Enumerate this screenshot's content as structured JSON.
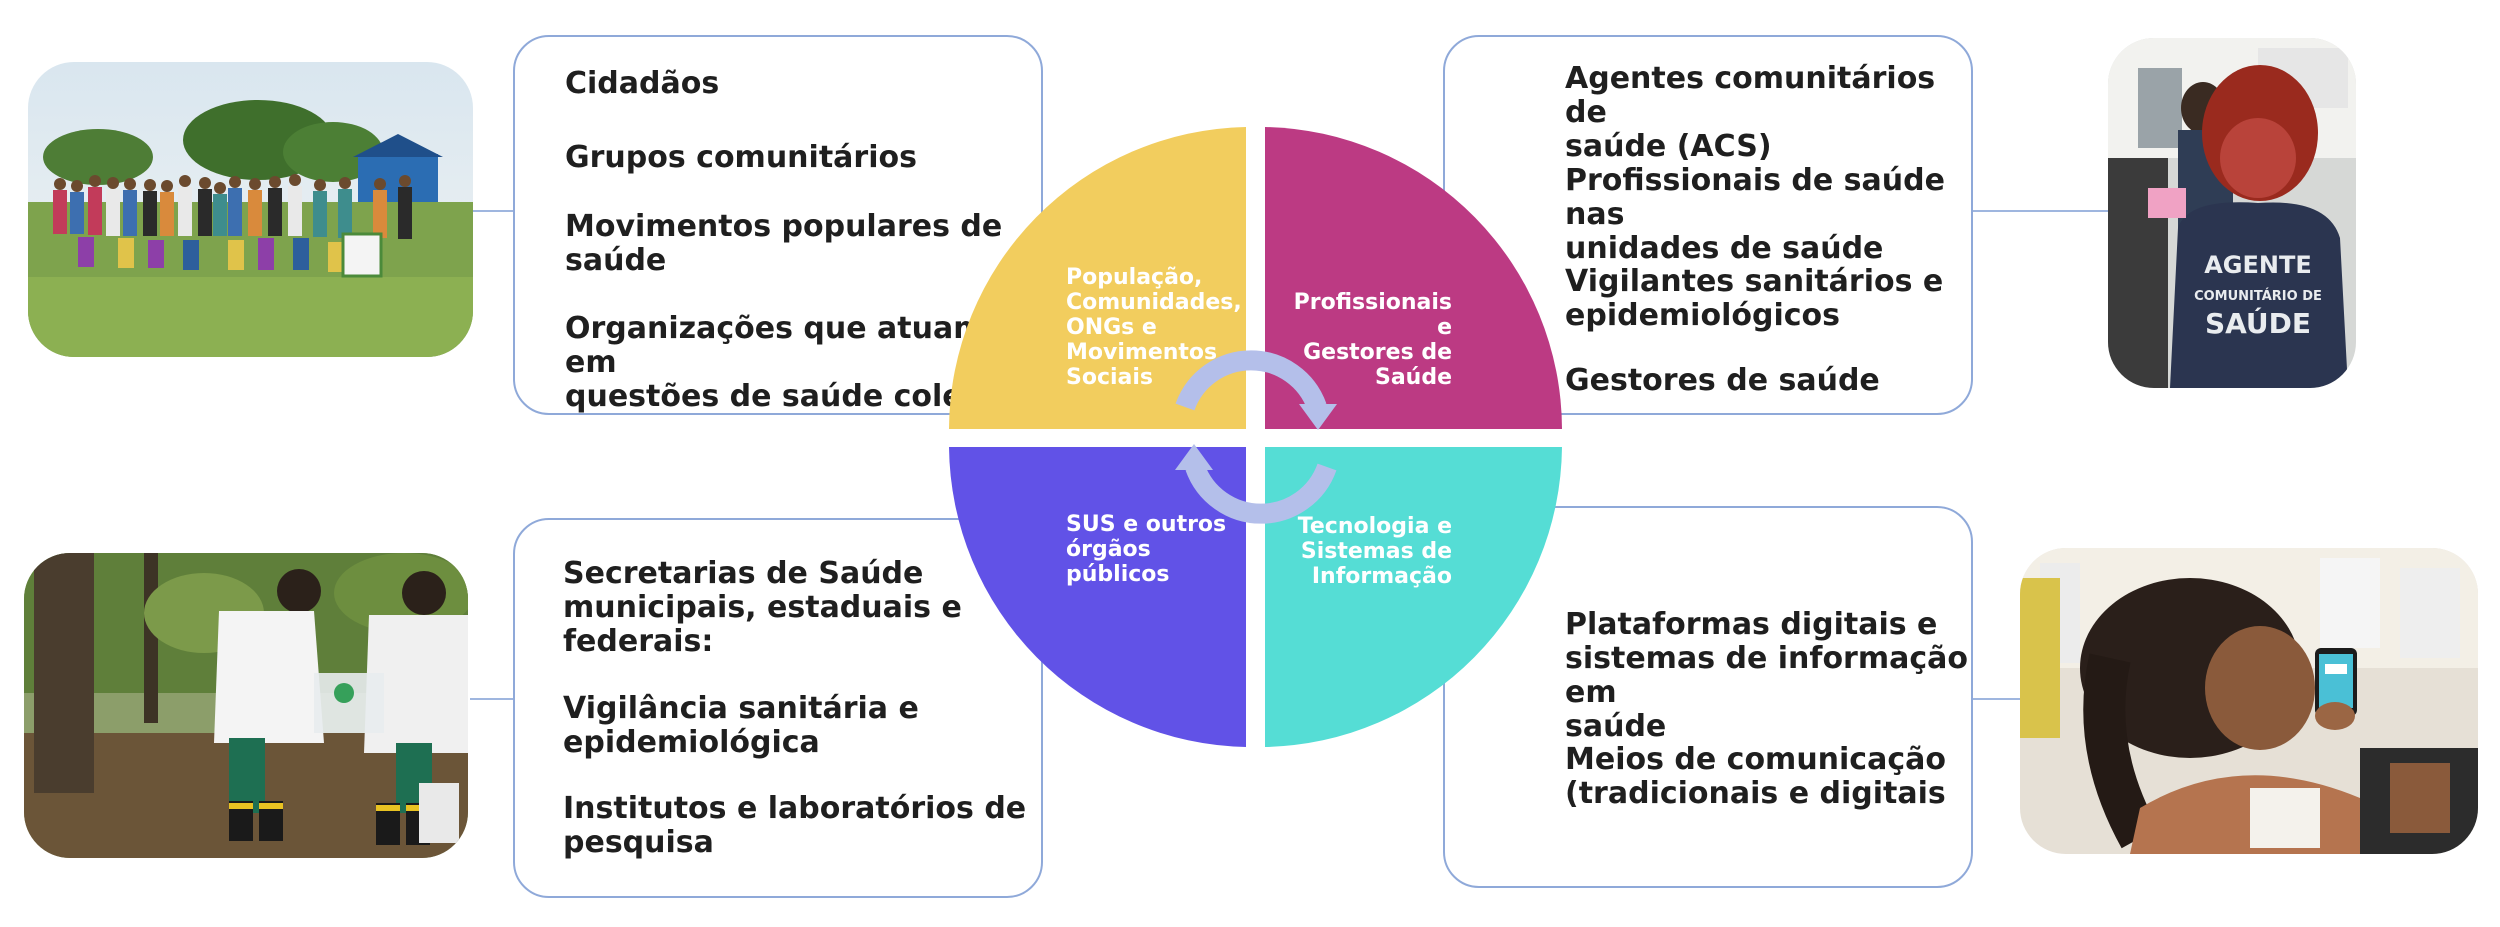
{
  "colors": {
    "top_left": "#f2cd5e",
    "top_right": "#bc3a83",
    "bottom_left": "#6152e7",
    "bottom_right": "#55ddd5",
    "cycle_arrows": "#b4bfea",
    "card_border": "#8fa9d9"
  },
  "quadrants": {
    "top_left": "População,\nComunidades,\nONGs e\nMovimentos\nSociais",
    "top_right": "Profissionais e\nGestores de\nSaúde",
    "bottom_left": "SUS e outros\nórgãos\npúblicos",
    "bottom_right": "Tecnologia e\nSistemas de\nInformação"
  },
  "cards": {
    "top_left": [
      "Cidadãos",
      "Grupos comunitários",
      "Movimentos populares de\nsaúde",
      "Organizações que atuam em\nquestões de saúde coletiva"
    ],
    "top_right": [
      "Agentes comunitários de\nsaúde (ACS)",
      "Profissionais de saúde nas\nunidades de saúde",
      "Vigilantes sanitários e\nepidemiológicos",
      "Gestores de saúde"
    ],
    "bottom_left": [
      "Secretarias de Saúde\nmunicipais, estaduais e\nfederais:",
      "Vigilância sanitária e\nepidemiológica",
      "Institutos e laboratórios de\npesquisa"
    ],
    "bottom_right": [
      "Plataformas digitais e\nsistemas de informação em\nsaúde",
      "Meios de comunicação\n(tradicionais e digitais"
    ]
  },
  "photos": {
    "vest_text": "AGENTE\nCOMUNITÁRIO DE\nSAÚDE"
  }
}
